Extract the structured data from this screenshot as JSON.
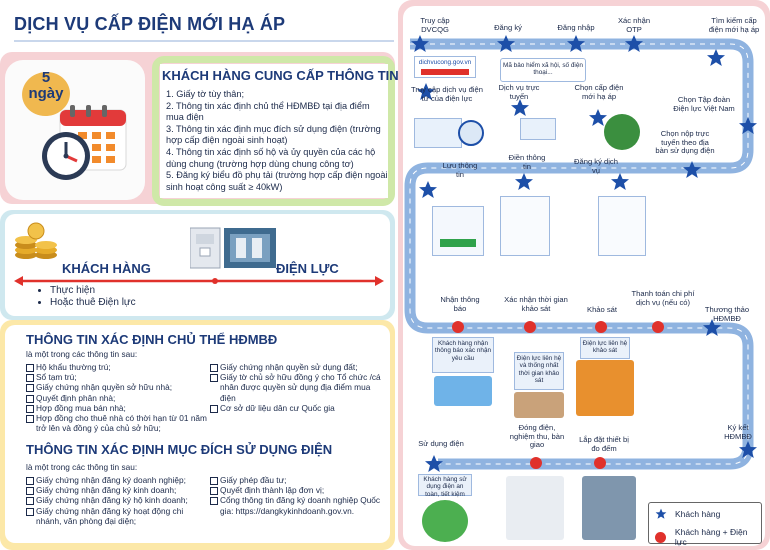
{
  "title": "DỊCH VỤ CẤP ĐIỆN MỚI HẠ ÁP",
  "duration": {
    "number": "5",
    "unit": "ngày"
  },
  "provide_info": {
    "heading": "KHÁCH HÀNG CUNG CẤP THÔNG TIN",
    "items": [
      "1. Giấy tờ tùy thân;",
      "2. Thông tin xác định chủ thể HĐMBĐ tại địa điểm mua điện",
      "3. Thông tin xác định mục đích sử dụng điện (trường hợp cấp điện ngoài sinh hoạt)",
      "4. Thông tin xác định số hộ và ủy quyền của các hộ dùng chung (trường hợp dùng chung công tơ)",
      "5. Đăng ký biểu đồ phụ tải (trường hợp cấp điện ngoài sinh hoạt công suất ≥ 40kW)"
    ]
  },
  "parties": {
    "customer": "KHÁCH HÀNG",
    "utility": "ĐIỆN LỰC",
    "customer_actions": [
      "Thực hiện",
      "Hoặc thuê Điện lực"
    ]
  },
  "owner_info": {
    "heading": "THÔNG TIN XÁC ĐỊNH CHỦ THỂ HĐMBĐ",
    "sub": "là một trong các thông tin sau:",
    "left": [
      "Hộ khẩu thường trú;",
      "Sổ tạm trú;",
      "Giấy chứng nhận quyền sở hữu nhà;",
      "Quyết định phân nhà;",
      "Hợp đồng mua bán nhà;",
      "Hợp đồng cho thuê nhà có thời hạn từ 01 năm trở lên và đồng ý của chủ sở hữu;"
    ],
    "right": [
      "Giấy chứng nhận quyền sử dụng đất;",
      "Giấy tờ chủ sở hữu đồng ý cho Tổ chức /cá nhân được quyền sử dụng địa điểm mua điện",
      "Cơ sở dữ liệu dân cư Quốc gia"
    ]
  },
  "purpose_info": {
    "heading": "THÔNG TIN XÁC ĐỊNH MỤC ĐÍCH SỬ DỤNG ĐIỆN",
    "sub": "là một trong các thông tin sau:",
    "left": [
      "Giấy chứng nhận đăng ký doanh nghiệp;",
      "Giấy chứng nhận đăng ký kinh doanh;",
      "Giấy chứng nhận đăng ký hộ kinh doanh;",
      "Giấy chứng nhận đăng ký hoạt động chi nhánh, văn phòng đại diện;"
    ],
    "right": [
      "Giấy phép đầu tư;",
      "Quyết định thành lập đơn vị;",
      "Cổng thông tin đăng ký doanh nghiệp Quốc gia: https://dangkykinhdoanh.gov.vn."
    ]
  },
  "flow": {
    "steps": {
      "s1": "Truy cập DVCQG",
      "s2": "Đăng ký",
      "s3": "Đăng nhập",
      "s4": "Xác nhận OTP",
      "s5": "Tìm kiếm cấp điện mới hạ áp",
      "s6": "Truy cập dịch vụ điện tử của điện lực",
      "s7": "Dịch vụ trực tuyến",
      "s8": "Chọn cấp điện mới hạ áp",
      "s9": "Chọn Tập đoàn Điện lực Việt Nam",
      "s10": "Chọn nộp trực tuyến theo địa bàn sử dụng điện",
      "s11": "Lưu thông tin",
      "s12": "Điền thông tin",
      "s13": "Đăng ký dịch vụ",
      "s14": "Nhận thông báo",
      "s15": "Xác nhận thời gian khảo sát",
      "s16": "Khảo sát",
      "s17": "Thanh toán chi phí dịch vụ (nếu có)",
      "s18": "Thương thảo HĐMBĐ",
      "s19": "Sử dụng điện",
      "s20": "Đóng điện, nghiệm thu, bàn giao",
      "s21": "Lắp đặt thiết bị đo đếm",
      "s22": "Ký kết HĐMBĐ"
    },
    "notes": {
      "website": "dichvucong.gov.vn",
      "register": "Mã bảo hiểm xã hội, số điện thoại...",
      "notify": "Khách hàng nhận thông báo xác nhận yêu cầu",
      "confirm": "Điện lực liên hệ và thống nhất thời gian khảo sát",
      "survey": "Điện lực liên hệ khảo sát",
      "use": "Khách hàng sử dụng điện an toàn, tiết kiệm"
    },
    "legend": {
      "customer": "Khách hàng",
      "both": "Khách hàng + Điện lực"
    },
    "colors": {
      "road": "#8fb3e0",
      "star": "#1d4fa8",
      "dot": "#e0312b"
    }
  }
}
